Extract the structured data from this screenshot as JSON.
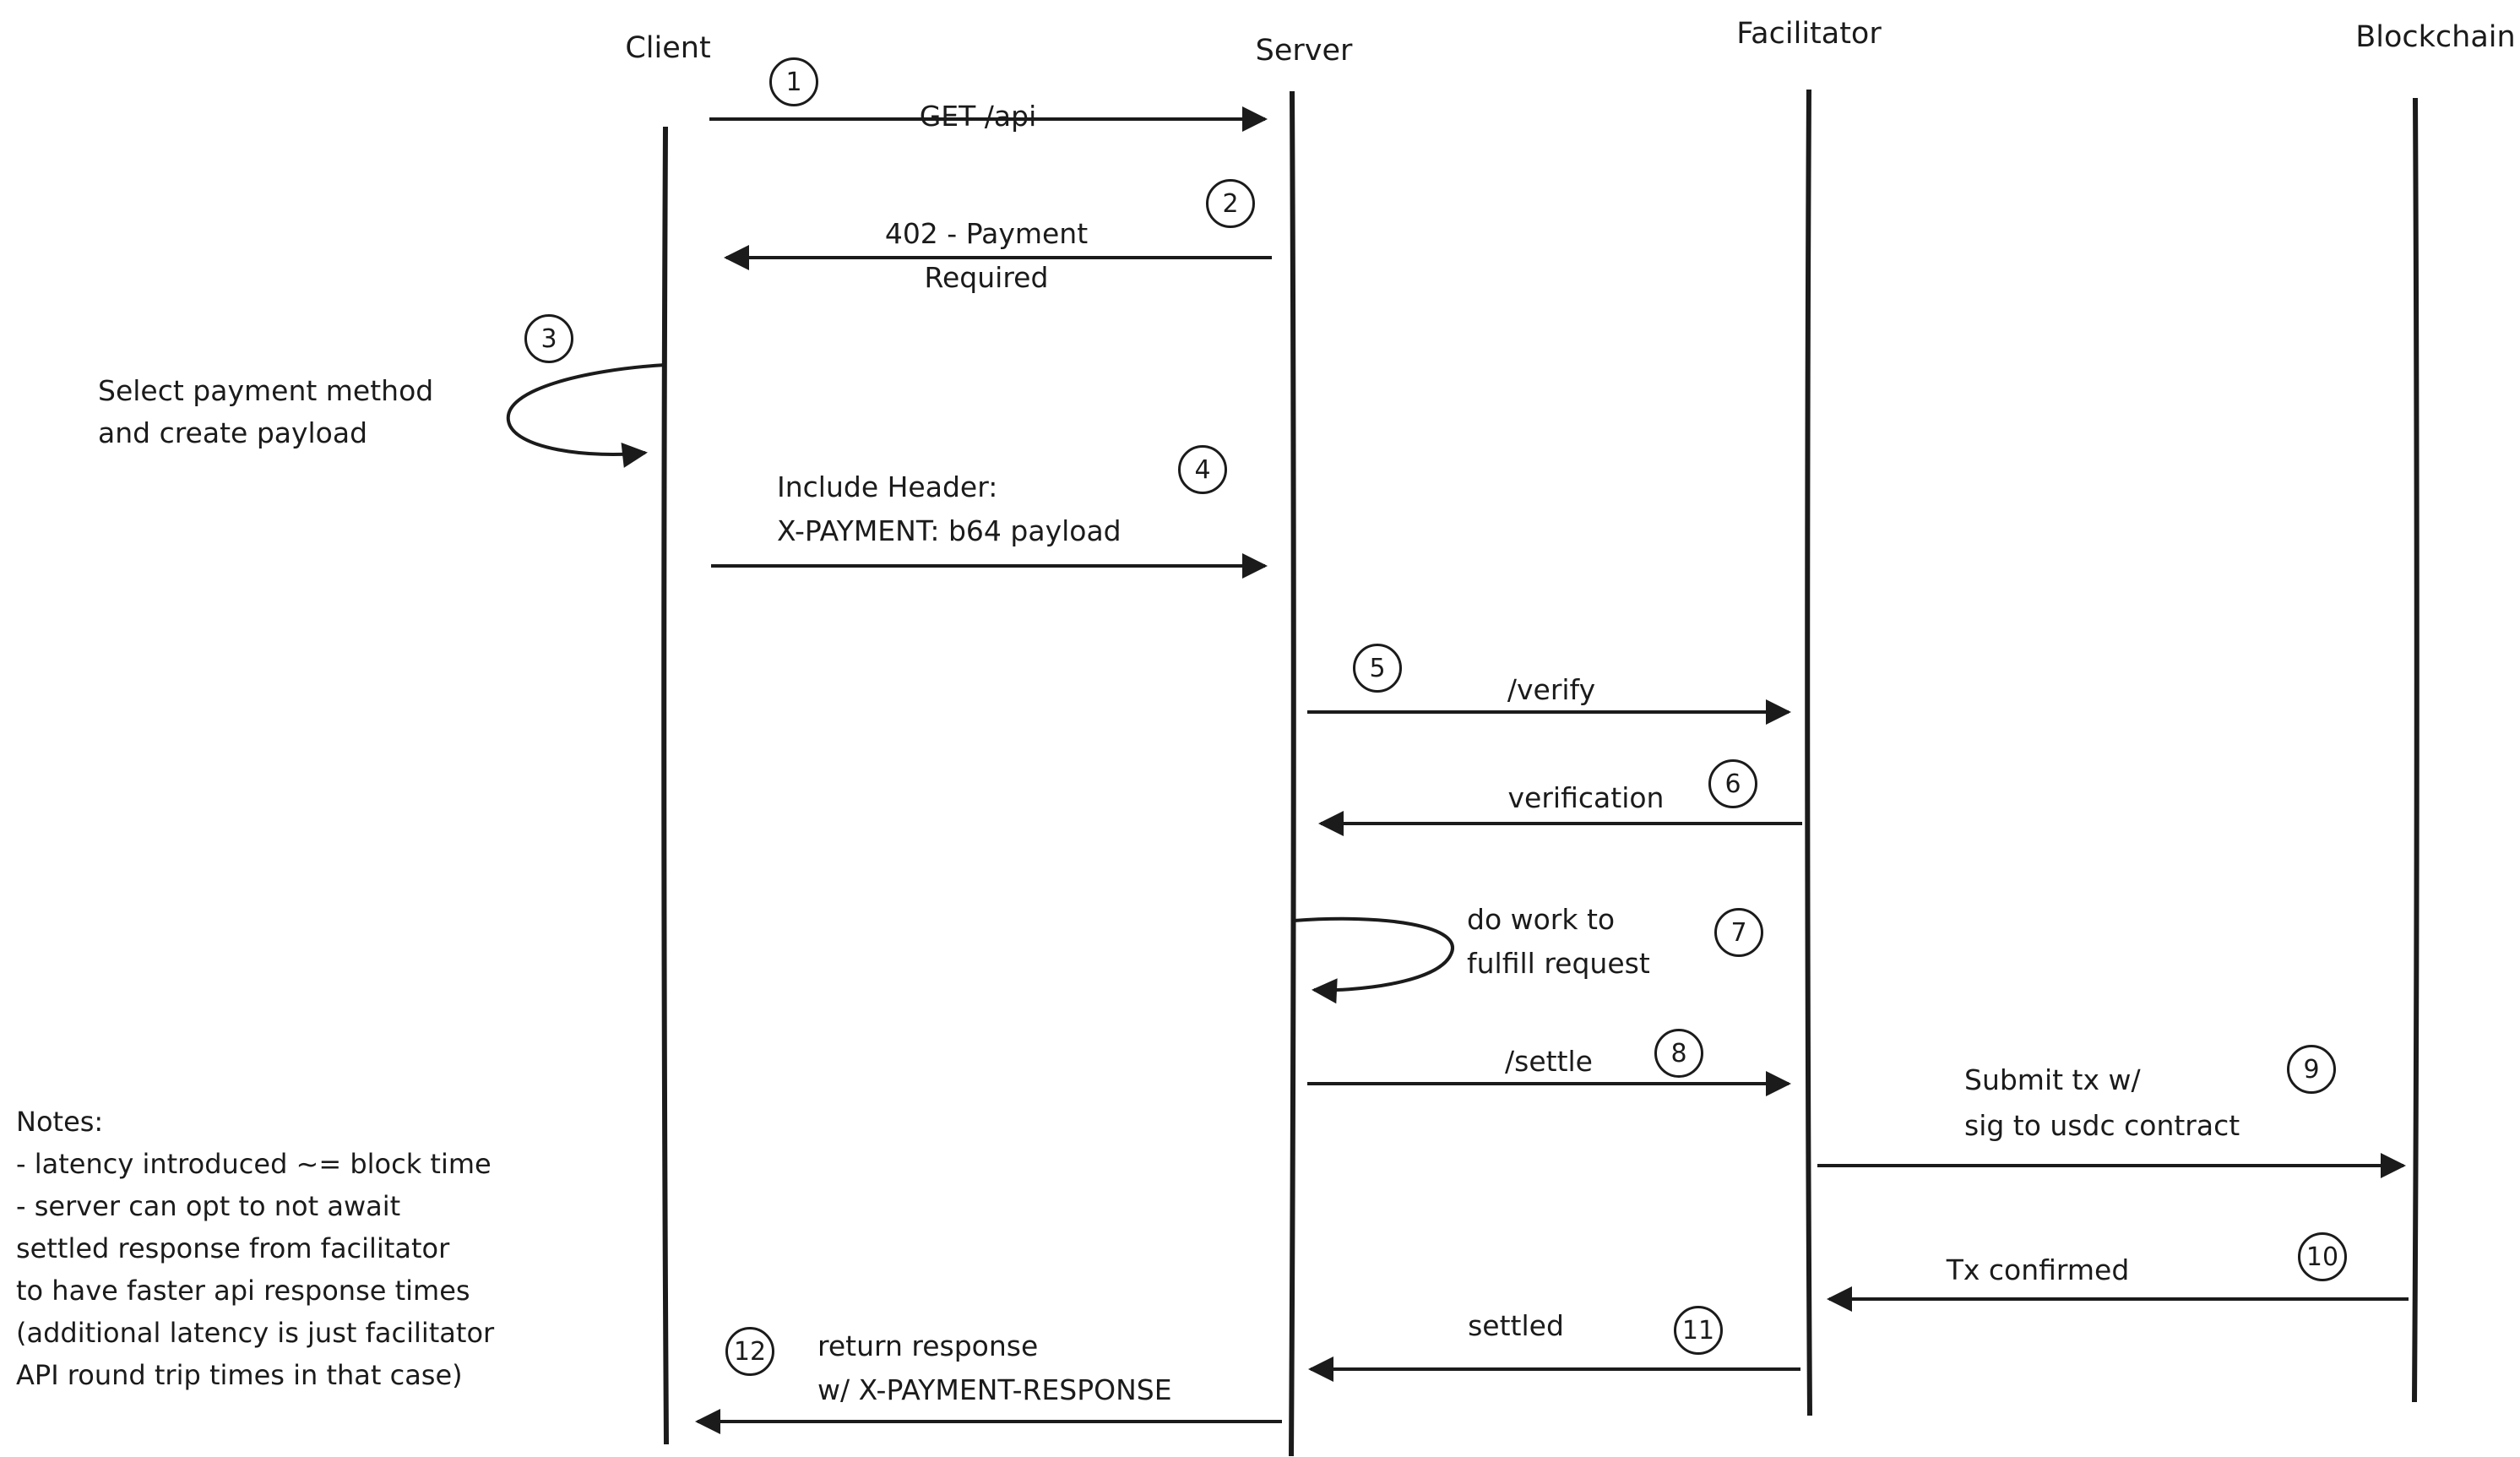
{
  "colors": {
    "ink": "#1b1b1b",
    "background": "#ffffff"
  },
  "diagram": {
    "actors": [
      {
        "name": "Client"
      },
      {
        "name": "Server"
      },
      {
        "name": "Facilitator"
      },
      {
        "name": "Blockchain"
      }
    ],
    "messages": [
      {
        "num": "1",
        "from": "Client",
        "to": "Server",
        "lines": [
          "GET /api"
        ]
      },
      {
        "num": "2",
        "from": "Server",
        "to": "Client",
        "lines": [
          "402 - Payment",
          "Required"
        ]
      },
      {
        "num": "3",
        "from": "Client",
        "to": "Client",
        "lines": [
          "Select payment method",
          "and create payload"
        ]
      },
      {
        "num": "4",
        "from": "Client",
        "to": "Server",
        "lines": [
          "Include Header:",
          "X-PAYMENT: b64 payload"
        ]
      },
      {
        "num": "5",
        "from": "Server",
        "to": "Facilitator",
        "lines": [
          "/verify"
        ]
      },
      {
        "num": "6",
        "from": "Facilitator",
        "to": "Server",
        "lines": [
          "verification"
        ]
      },
      {
        "num": "7",
        "from": "Server",
        "to": "Server",
        "lines": [
          "do work to",
          "fulfill request"
        ]
      },
      {
        "num": "8",
        "from": "Server",
        "to": "Facilitator",
        "lines": [
          "/settle"
        ]
      },
      {
        "num": "9",
        "from": "Facilitator",
        "to": "Blockchain",
        "lines": [
          "Submit tx w/",
          "sig to usdc contract"
        ]
      },
      {
        "num": "10",
        "from": "Blockchain",
        "to": "Facilitator",
        "lines": [
          "Tx confirmed"
        ]
      },
      {
        "num": "11",
        "from": "Facilitator",
        "to": "Server",
        "lines": [
          "settled"
        ]
      },
      {
        "num": "12",
        "from": "Server",
        "to": "Client",
        "lines": [
          "return response",
          "w/ X-PAYMENT-RESPONSE"
        ]
      }
    ],
    "notes": {
      "lines": [
        "Notes:",
        "- latency introduced ~= block time",
        "- server can opt to not await",
        "settled response from facilitator",
        "to have faster api response times",
        "(additional latency is just facilitator",
        "API round trip times in that case)"
      ]
    }
  }
}
